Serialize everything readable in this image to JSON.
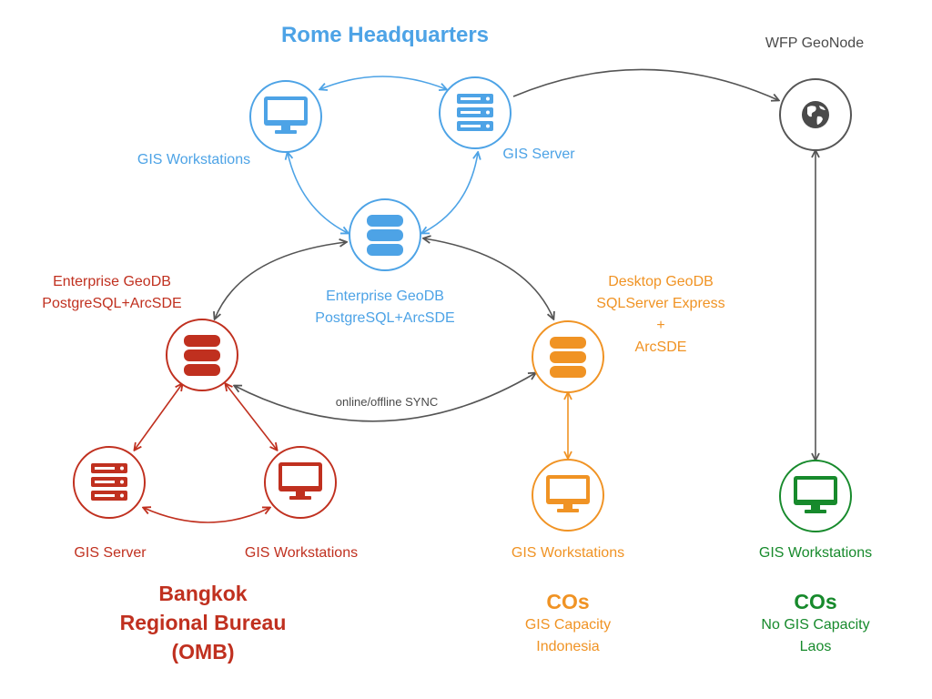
{
  "colors": {
    "rome": "#4da3e6",
    "bangkok": "#c0301f",
    "indonesia": "#f09324",
    "laos": "#178a2c",
    "geonode": "#4a4a4a",
    "connector": "#555555"
  },
  "rome": {
    "title": "Rome Headquarters",
    "workstations_label": "GIS Workstations",
    "server_label": "GIS Server",
    "geodb_line1": "Enterprise GeoDB",
    "geodb_line2": "PostgreSQL+ArcSDE"
  },
  "geonode": {
    "label": "WFP GeoNode",
    "icon": "globe-icon"
  },
  "bangkok": {
    "geodb_line1": "Enterprise GeoDB",
    "geodb_line2": "PostgreSQL+ArcSDE",
    "server_label": "GIS Server",
    "workstations_label": "GIS Workstations",
    "title_line1": "Bangkok",
    "title_line2": "Regional Bureau",
    "title_line3": "(OMB)"
  },
  "sync_label": "online/offline SYNC",
  "indonesia": {
    "geodb_line1": "Desktop GeoDB",
    "geodb_line2": "SQLServer Express",
    "geodb_line3": "+",
    "geodb_line4": "ArcSDE",
    "workstations_label": "GIS Workstations",
    "title": "COs",
    "sub1": "GIS Capacity",
    "sub2": "Indonesia"
  },
  "laos": {
    "workstations_label": "GIS Workstations",
    "title": "COs",
    "sub1": "No GIS Capacity",
    "sub2": "Laos"
  }
}
